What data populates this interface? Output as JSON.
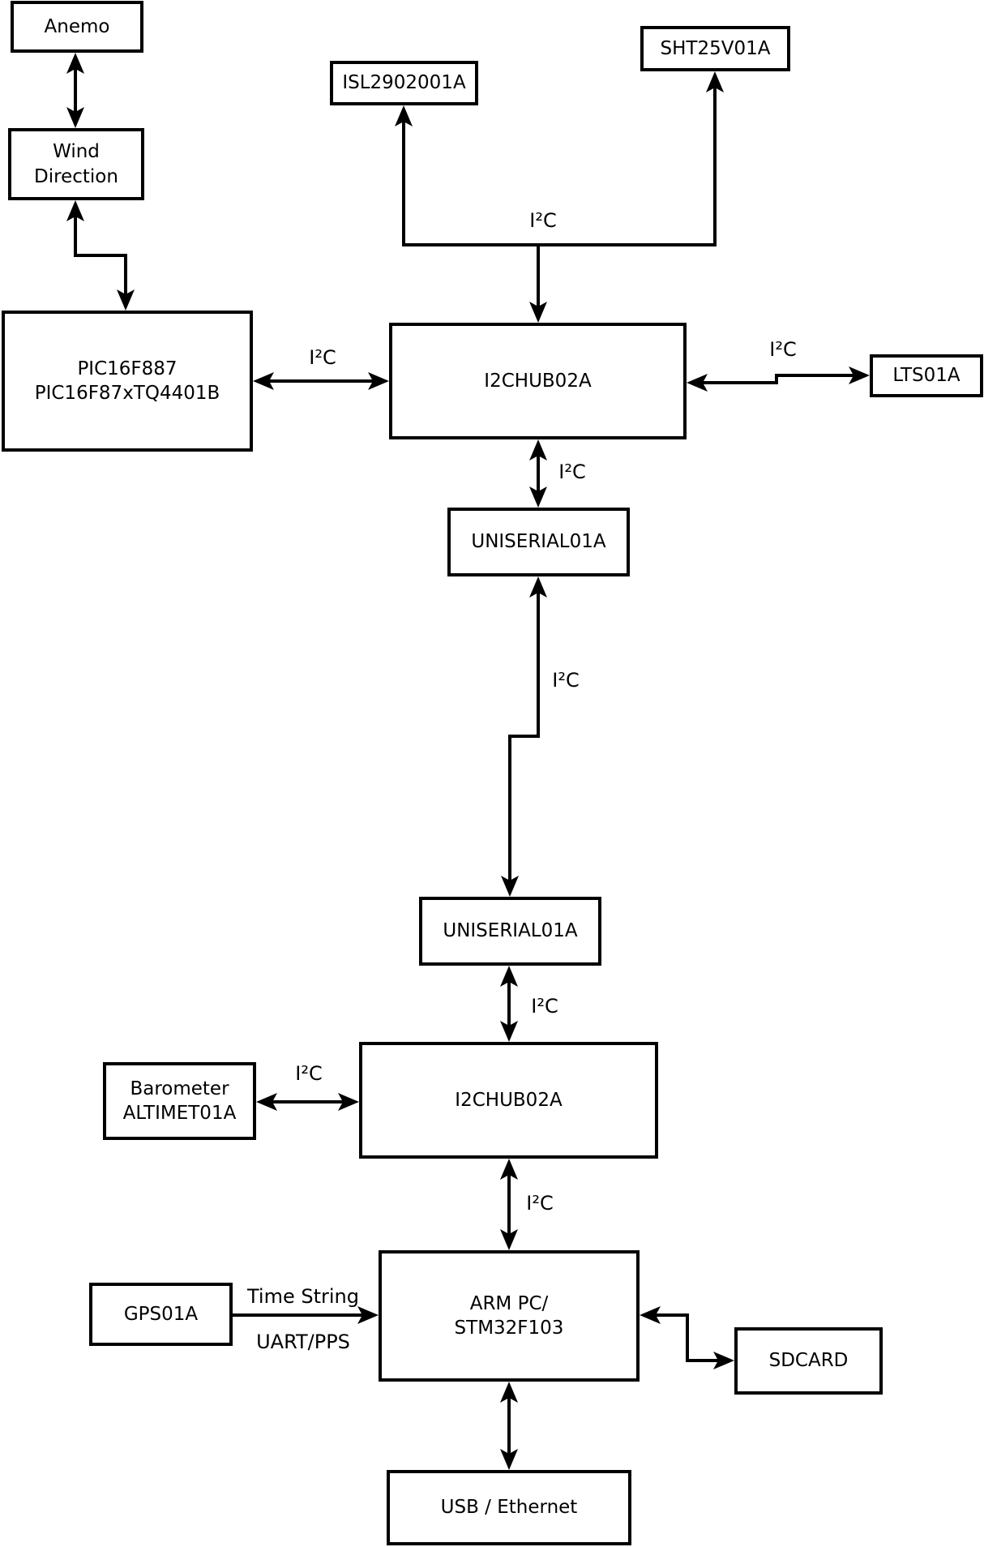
{
  "diagram": {
    "bus_label": "I²C",
    "nodes": {
      "anemo": {
        "label": "Anemo"
      },
      "wind_direction": {
        "line1": "Wind",
        "line2": "Direction"
      },
      "pic": {
        "line1": "PIC16F887",
        "line2": "PIC16F87xTQ4401B"
      },
      "isl": {
        "label": "ISL2902001A"
      },
      "sht": {
        "label": "SHT25V01A"
      },
      "hub_top": {
        "label": "I2CHUB02A"
      },
      "lts": {
        "label": "LTS01A"
      },
      "uniserial_top": {
        "label": "UNISERIAL01A"
      },
      "uniserial_bottom": {
        "label": "UNISERIAL01A"
      },
      "hub_bottom": {
        "label": "I2CHUB02A"
      },
      "barometer": {
        "line1": "Barometer",
        "line2": "ALTIMET01A"
      },
      "gps": {
        "label": "GPS01A"
      },
      "armpc": {
        "line1": "ARM PC/",
        "line2": "STM32F103"
      },
      "sdcard": {
        "label": "SDCARD"
      },
      "usb": {
        "label": "USB / Ethernet"
      }
    },
    "edge_labels": {
      "time_string": "Time String",
      "uart_pps": "UART/PPS"
    },
    "edges": [
      {
        "from": "Anemo",
        "to": "Wind Direction",
        "label": "",
        "bidirectional": true
      },
      {
        "from": "Wind Direction",
        "to": "PIC16F887 PIC16F87xTQ4401B",
        "label": "",
        "bidirectional": true
      },
      {
        "from": "PIC16F887 PIC16F87xTQ4401B",
        "to": "I2CHUB02A (top)",
        "label": "I²C",
        "bidirectional": true
      },
      {
        "from": "I2CHUB02A (top)",
        "to": "ISL2902001A",
        "label": "I²C",
        "bidirectional": false
      },
      {
        "from": "I2CHUB02A (top)",
        "to": "SHT25V01A",
        "label": "I²C",
        "bidirectional": false
      },
      {
        "from": "I2CHUB02A (top)",
        "to": "LTS01A",
        "label": "I²C",
        "bidirectional": true
      },
      {
        "from": "I2CHUB02A (top)",
        "to": "UNISERIAL01A (top)",
        "label": "I²C",
        "bidirectional": true
      },
      {
        "from": "UNISERIAL01A (top)",
        "to": "UNISERIAL01A (bottom)",
        "label": "I²C",
        "bidirectional": true
      },
      {
        "from": "UNISERIAL01A (bottom)",
        "to": "I2CHUB02A (bottom)",
        "label": "I²C",
        "bidirectional": true
      },
      {
        "from": "Barometer ALTIMET01A",
        "to": "I2CHUB02A (bottom)",
        "label": "I²C",
        "bidirectional": true
      },
      {
        "from": "I2CHUB02A (bottom)",
        "to": "ARM PC/STM32F103",
        "label": "I²C",
        "bidirectional": true
      },
      {
        "from": "GPS01A",
        "to": "ARM PC/STM32F103",
        "label": "Time String / UART/PPS",
        "bidirectional": false
      },
      {
        "from": "ARM PC/STM32F103",
        "to": "SDCARD",
        "label": "",
        "bidirectional": true
      },
      {
        "from": "ARM PC/STM32F103",
        "to": "USB / Ethernet",
        "label": "",
        "bidirectional": true
      }
    ],
    "colors": {
      "line": "#000000",
      "box_fill": "#ffffff",
      "background": "#ffffff"
    }
  }
}
